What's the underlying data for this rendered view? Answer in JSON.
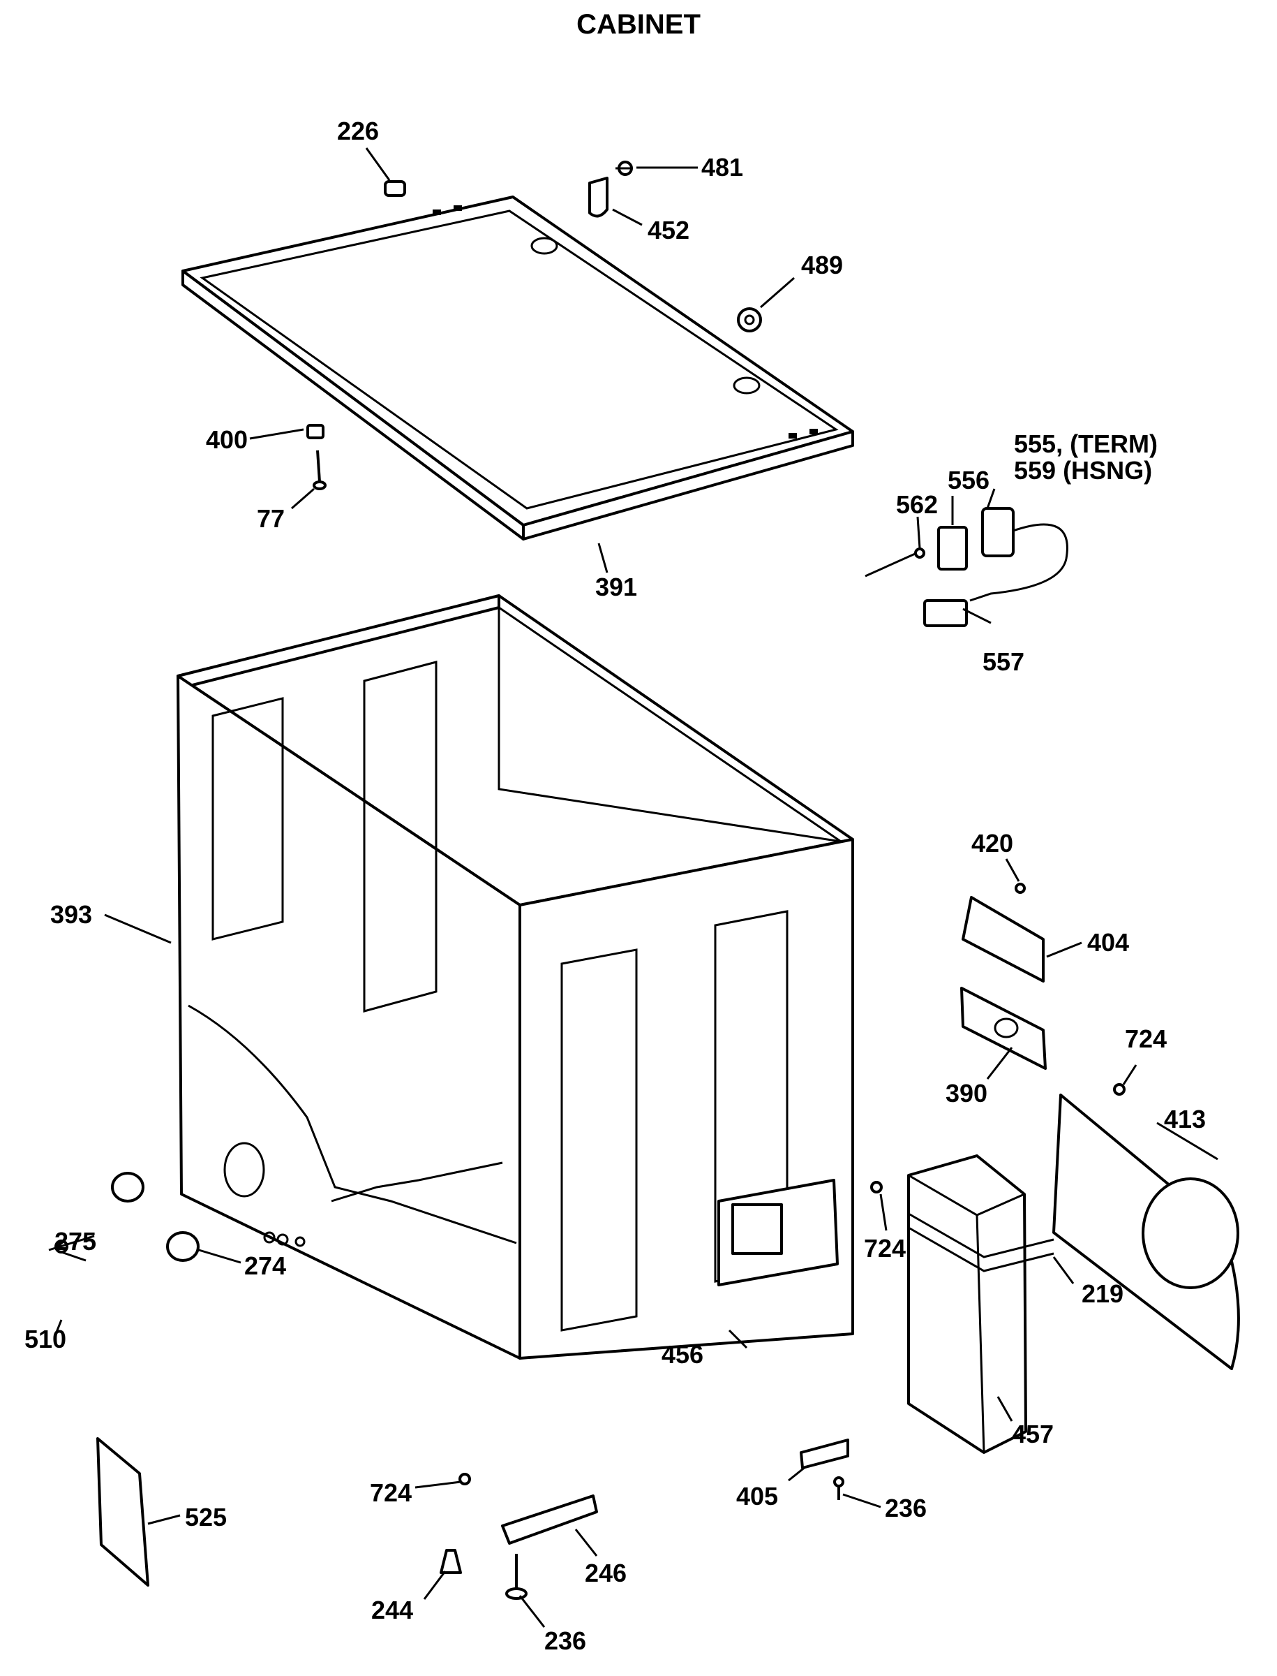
{
  "title_top": "...YC...RLW, DDG7E5...DBL..., DDG7E5...DBLW...",
  "title": "CABINET",
  "callouts": [
    {
      "id": "226",
      "text": "226"
    },
    {
      "id": "481",
      "text": "481"
    },
    {
      "id": "452",
      "text": "452"
    },
    {
      "id": "489",
      "text": "489"
    },
    {
      "id": "400",
      "text": "400"
    },
    {
      "id": "77",
      "text": "77"
    },
    {
      "id": "391",
      "text": "391"
    },
    {
      "id": "555",
      "text": "555, (TERM)"
    },
    {
      "id": "559",
      "text": "559  (HSNG)"
    },
    {
      "id": "556",
      "text": "556"
    },
    {
      "id": "562",
      "text": "562"
    },
    {
      "id": "557",
      "text": "557"
    },
    {
      "id": "420",
      "text": "420"
    },
    {
      "id": "404",
      "text": "404"
    },
    {
      "id": "393",
      "text": "393"
    },
    {
      "id": "724a",
      "text": "724"
    },
    {
      "id": "390",
      "text": "390"
    },
    {
      "id": "413",
      "text": "413"
    },
    {
      "id": "275",
      "text": "275"
    },
    {
      "id": "274",
      "text": "274"
    },
    {
      "id": "510",
      "text": "510"
    },
    {
      "id": "219",
      "text": "219"
    },
    {
      "id": "724b",
      "text": "724"
    },
    {
      "id": "456",
      "text": "456"
    },
    {
      "id": "457",
      "text": "457"
    },
    {
      "id": "525",
      "text": "525"
    },
    {
      "id": "724c",
      "text": "724"
    },
    {
      "id": "405",
      "text": "405"
    },
    {
      "id": "236a",
      "text": "236"
    },
    {
      "id": "246",
      "text": "246"
    },
    {
      "id": "244",
      "text": "244"
    },
    {
      "id": "236b",
      "text": "236"
    }
  ]
}
